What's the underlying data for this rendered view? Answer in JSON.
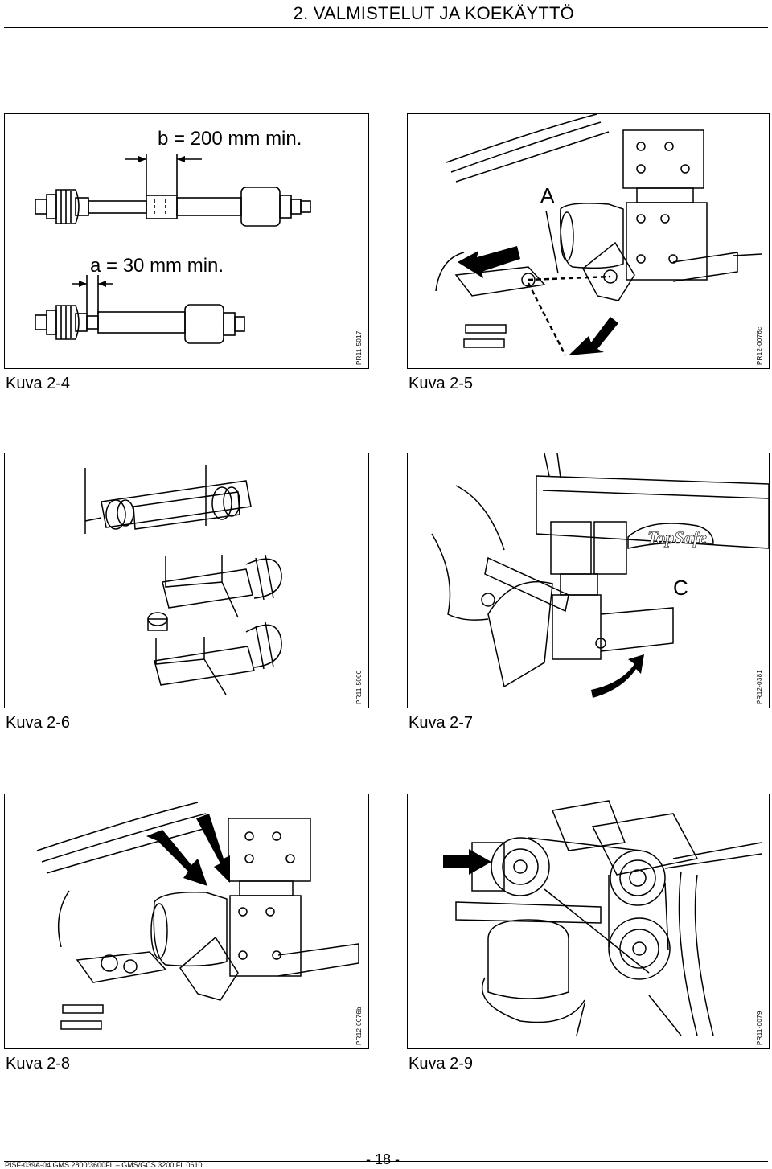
{
  "header": {
    "title": "2. VALMISTELUT JA KOEKÄYTTÖ"
  },
  "figures": [
    {
      "caption": "Kuva 2-4",
      "code": "PR11-5017",
      "labels": {
        "b": "b = 200 mm min.",
        "a": "a = 30 mm min."
      }
    },
    {
      "caption": "Kuva 2-5",
      "code": "PR12-0076c",
      "labels": {
        "letter": "A"
      }
    },
    {
      "caption": "Kuva 2-6",
      "code": "PR11-5000"
    },
    {
      "caption": "Kuva 2-7",
      "code": "PR12-0381",
      "labels": {
        "letter": "C",
        "brand": "TopSafe"
      }
    },
    {
      "caption": "Kuva 2-8",
      "code": "PR12-0076b"
    },
    {
      "caption": "Kuva 2-9",
      "code": "PR11-0079"
    }
  ],
  "footer": {
    "doc_code": "PISF-039A-04 GMS 2800/3600FL – GMS/GCS 3200 FL  0610",
    "page": "- 18 -"
  }
}
